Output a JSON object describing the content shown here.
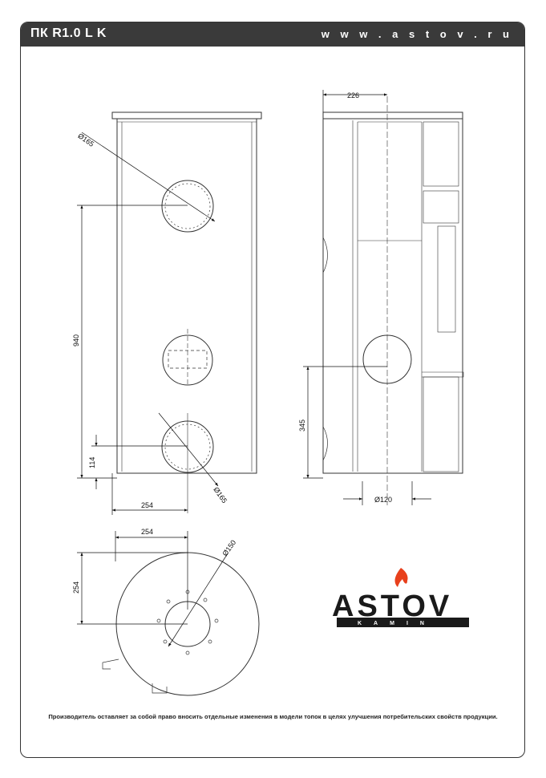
{
  "header": {
    "model": "ПК R1.0 L K",
    "website": "w w w . a s t o v . r u"
  },
  "dimensions": {
    "front_flue_top": "Ø165",
    "front_height": "940",
    "front_bottom_offset": "114",
    "front_flue_bottom": "Ø165",
    "front_center_x": "254",
    "side_depth_offset": "226",
    "side_height": "345",
    "side_flue": "Ø120",
    "top_center_x": "254",
    "top_center_y": "254",
    "top_flue": "Ø150"
  },
  "logo": {
    "name": "ASTOV",
    "subtitle": "KAMIN",
    "flame_color": "#e8401c"
  },
  "footer": {
    "note": "Производитель оставляет за собой право вносить отдельные изменения в модели топок в целях улучшения потребительских свойств продукции."
  },
  "colors": {
    "header_bg": "#3a3a3a",
    "line": "#333333"
  }
}
